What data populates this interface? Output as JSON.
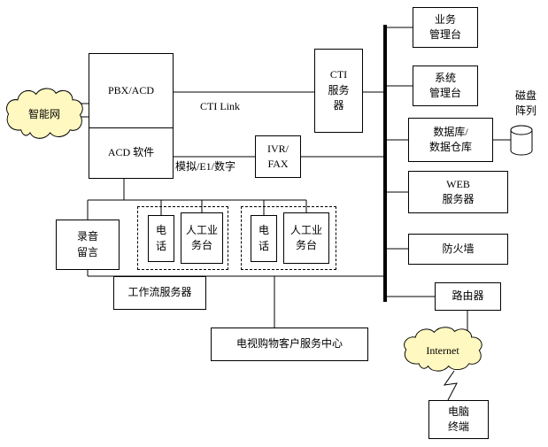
{
  "nodes": {
    "pbx_acd": {
      "label": "PBX/ACD"
    },
    "acd_software": {
      "label": "ACD 软件"
    },
    "cti_server": {
      "label": "CTI\n服务\n器"
    },
    "ivr_fax": {
      "label": "IVR/\nFAX"
    },
    "recording": {
      "label": "录音\n留言"
    },
    "phone_1": {
      "label": "电\n话"
    },
    "agent_1": {
      "label": "人工业\n务台"
    },
    "phone_2": {
      "label": "电\n话"
    },
    "agent_2": {
      "label": "人工业\n务台"
    },
    "workflow_server": {
      "label": "工作流服务器"
    },
    "service_center": {
      "label": "电视购物客户服务中心"
    },
    "business_console": {
      "label": "业务\n管理台"
    },
    "system_console": {
      "label": "系统\n管理台"
    },
    "database": {
      "label": "数据库/\n数据仓库"
    },
    "web_server": {
      "label": "WEB\n服务器"
    },
    "firewall": {
      "label": "防火墙"
    },
    "router": {
      "label": "路由器"
    },
    "pc_terminal": {
      "label": "电脑\n终端"
    }
  },
  "clouds": {
    "intelligent_network": {
      "label": "智能网"
    },
    "internet": {
      "label": "Internet"
    }
  },
  "edge_labels": {
    "cti_link": "CTI Link",
    "trunk": "模拟/E1/数字"
  },
  "annotations": {
    "disk_array": "磁盘\n阵列"
  },
  "colors": {
    "cloud_fill": "#FFF8C0",
    "line": "#000000",
    "box_fill": "#FFFFFF"
  }
}
